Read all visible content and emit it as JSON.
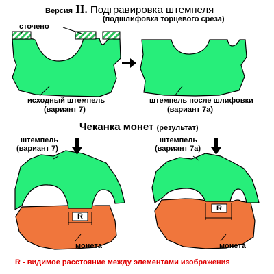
{
  "header": {
    "version_prefix": "Версия",
    "version_roman": "II.",
    "title": "Подгравировка штемпеля",
    "subtitle": "(подшлифовка торцевого среза)"
  },
  "top_left": {
    "ground_label": "сточено",
    "caption_line1": "исходный штемпель",
    "caption_line2": "(вариант 7)"
  },
  "top_right": {
    "caption_line1": "штемпель после шлифовки",
    "caption_line2": "(вариант 7а)"
  },
  "section": {
    "title": "Чеканка монет",
    "suffix": "(результат)"
  },
  "bottom_left": {
    "die_line1": "штемпель",
    "die_line2": "(вариант 7)",
    "distance_label": "R",
    "coin_label": "монета"
  },
  "bottom_right": {
    "die_line1": "штемпель",
    "die_line2": "(вариант 7а)",
    "distance_label": "R",
    "coin_label": "монета"
  },
  "footnote": "R - видимое расстояние между элементами изображения",
  "colors": {
    "die_green": "#27ee7a",
    "coin_orange": "#f0763c",
    "ground_hatch": "#2ec45c",
    "note_red": "#e00000",
    "outline": "#000000"
  }
}
